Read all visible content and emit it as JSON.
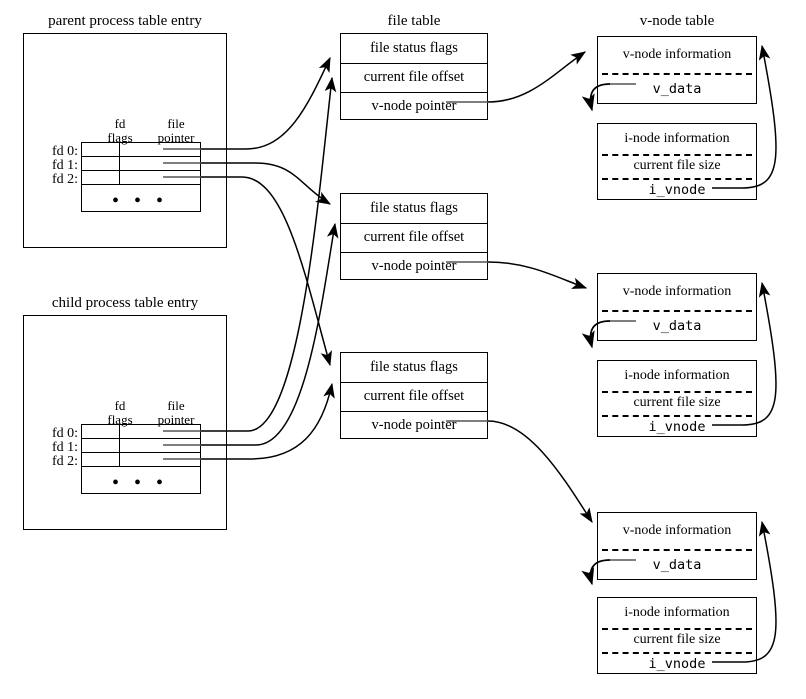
{
  "diagram": {
    "title": "unix-file-sharing-data-structures",
    "titles": {
      "parent_process": "parent process table entry",
      "child_process": "child process table entry",
      "file_table": "file table",
      "vnode_table": "v-node table"
    },
    "column_headers": {
      "fd_flags_line1": "fd",
      "fd_flags_line2": "flags",
      "file_pointer_line1": "file",
      "file_pointer_line2": "pointer"
    },
    "fd_labels": [
      "fd 0:",
      "fd 1:",
      "fd 2:"
    ],
    "ellipsis": "•  •  •",
    "file_table_entry": {
      "rows": [
        "file status flags",
        "current file offset",
        "v-node pointer"
      ]
    },
    "file_table_entries": [
      {
        "rows": [
          "file status flags",
          "current file offset",
          "v-node pointer"
        ]
      },
      {
        "rows": [
          "file status flags",
          "current file offset",
          "v-node pointer"
        ]
      },
      {
        "rows": [
          "file status flags",
          "current file offset",
          "v-node pointer"
        ]
      }
    ],
    "vnode_entries": [
      {
        "vnode_rows": [
          "v-node information",
          "v_data"
        ],
        "inode_rows": [
          "i-node information",
          "current file size",
          "i_vnode"
        ]
      },
      {
        "vnode_rows": [
          "v-node information",
          "v_data"
        ],
        "inode_rows": [
          "i-node information",
          "current file size",
          "i_vnode"
        ]
      },
      {
        "vnode_rows": [
          "v-node information",
          "v_data"
        ],
        "inode_rows": [
          "i-node information",
          "current file size",
          "i_vnode"
        ]
      }
    ],
    "colors": {
      "stroke": "#000000",
      "background": "#ffffff",
      "pointer_stub": "#555555"
    }
  }
}
